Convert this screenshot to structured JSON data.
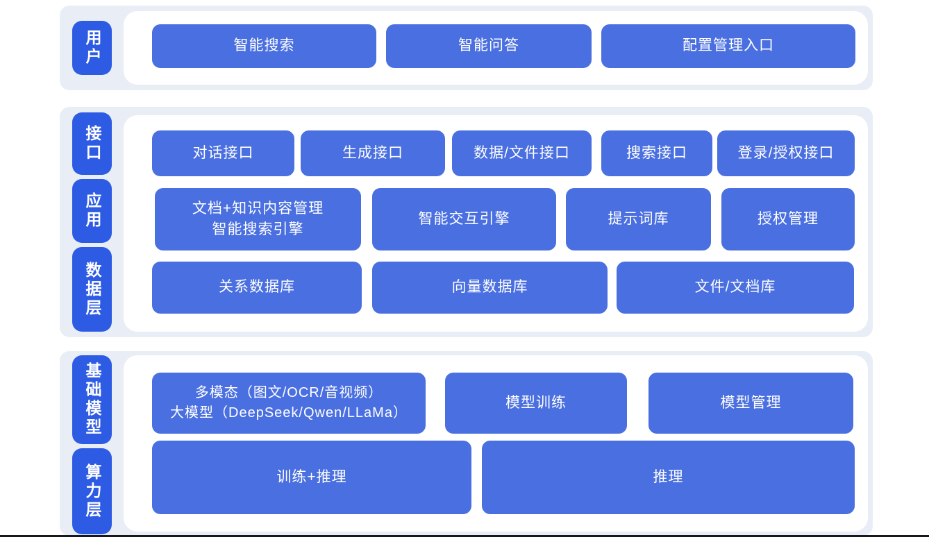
{
  "colors": {
    "section_bg": "#e9eef6",
    "panel_bg": "#ffffff",
    "label_bg": "#2e5be4",
    "box_bg": "#4a6fe0",
    "box_text": "#ffffff",
    "bottom_line": "#15181d"
  },
  "sections": [
    {
      "name": "user-layer",
      "labels": [
        "用户"
      ],
      "rows": [
        [
          "智能搜索",
          "智能问答",
          "配置管理入口"
        ]
      ]
    },
    {
      "name": "interface-app-data-layer",
      "labels": [
        "接口",
        "应用",
        "数据层"
      ],
      "rows": [
        [
          "对话接口",
          "生成接口",
          "数据/文件接口",
          "搜索接口",
          "登录/授权接口"
        ],
        [
          "文档+知识内容管理\n智能搜索引擎",
          "智能交互引擎",
          "提示词库",
          "授权管理"
        ],
        [
          "关系数据库",
          "向量数据库",
          "文件/文档库"
        ]
      ]
    },
    {
      "name": "foundation-compute-layer",
      "labels": [
        "基础模型",
        "算力层"
      ],
      "rows": [
        [
          "多模态（图文/OCR/音视频）\n大模型（DeepSeek/Qwen/LLaMa）",
          "模型训练",
          "模型管理"
        ],
        [
          "训练+推理",
          "推理"
        ]
      ]
    }
  ]
}
